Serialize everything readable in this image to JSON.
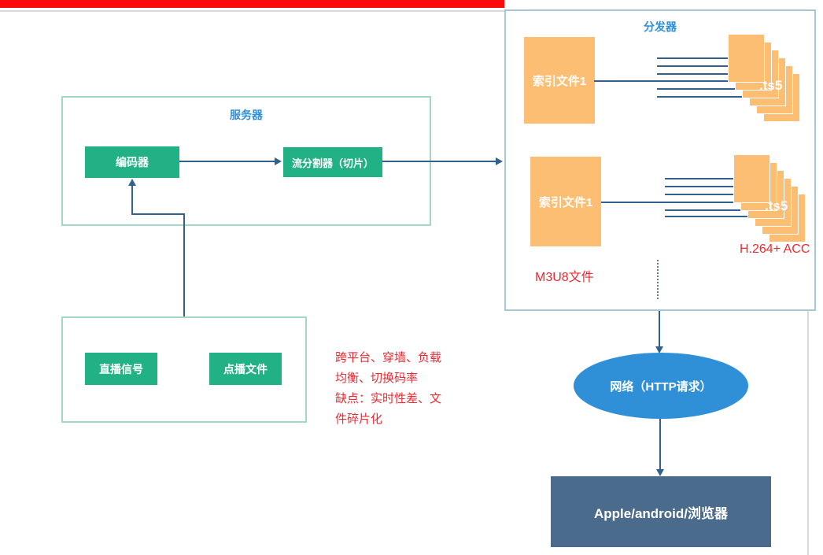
{
  "server_group": {
    "title": "服务器",
    "encoder_label": "编码器",
    "splitter_label": "流分割器（切片）"
  },
  "source_group": {
    "live_label": "直播信号",
    "vod_label": "点播文件"
  },
  "notes": {
    "lines": [
      "跨平台、穿墙、负载",
      "均衡、切换码率",
      "缺点：实时性差、文",
      "件碎片化"
    ]
  },
  "distributor": {
    "title": "分发器",
    "rows": [
      {
        "index_label": "索引文件1",
        "ts_label": ".ts5"
      },
      {
        "index_label": "索引文件1",
        "ts_label": ".ts5"
      }
    ],
    "m3u8_label": "M3U8文件",
    "codec_label": "H.264+ ACC"
  },
  "network": {
    "label": "网络（HTTP请求）"
  },
  "client": {
    "label": "Apple/android/浏览器"
  },
  "colors": {
    "node_green": "#22b185",
    "file_orange": "#fcbe73",
    "title_blue": "#2e8fd9",
    "ellipse_blue": "#2f90d8",
    "client_slate": "#4b6b8d",
    "annotation_red": "#ea2a32",
    "connector_navy": "#31618f",
    "server_border_mint": "#a2d8c4",
    "distributor_border_blue": "#aac6d6",
    "top_bar_red": "#fb0b0b",
    "page_edge_gray": "#d9d9d9"
  }
}
